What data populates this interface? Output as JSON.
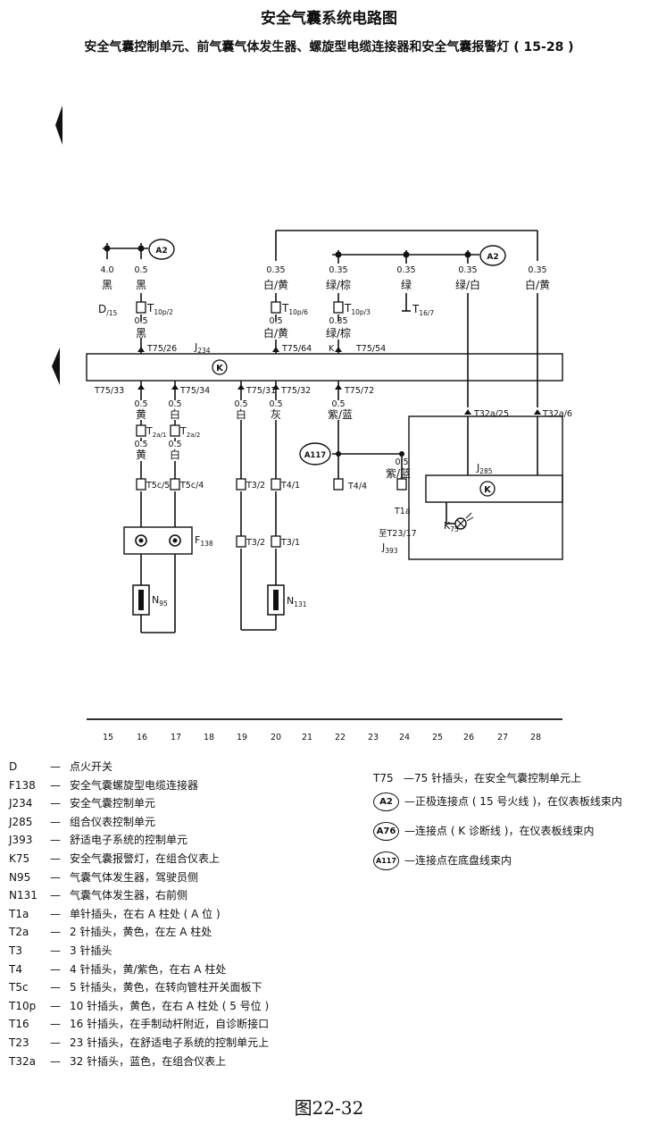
{
  "header": {
    "title": "安全气囊系统电路图",
    "subtitle": "安全气囊控制单元、前气囊气体发生器、螺旋型电缆连接器和安全气囊报警灯 ( 15-28 )"
  },
  "diagram": {
    "wire_labels": {
      "w1": "4.0",
      "w1c": "黑",
      "w2": "0.5",
      "w2c": "黑",
      "w2b": "0.5",
      "w2bc": "黑",
      "w3": "0.35",
      "w3c": "白/黄",
      "w3b": "0.5",
      "w3bc": "白/黄",
      "w4": "0.35",
      "w4c": "绿/棕",
      "w4b": "0.35",
      "w4bc": "绿/棕",
      "w5": "0.35",
      "w5c": "绿",
      "w6": "0.35",
      "w6c": "绿/白",
      "w7": "0.35",
      "w7c": "白/黄",
      "y1": "0.5",
      "y1c": "黄",
      "y1b": "0.5",
      "y1bc": "黄",
      "y2": "0.5",
      "y2c": "白",
      "y2b": "0.5",
      "y2bc": "白",
      "y3": "0.5",
      "y3c": "白",
      "y4": "0.5",
      "y4c": "灰",
      "y5": "0.5",
      "y5c": "紫/蓝",
      "y6": "0.5",
      "y6c": "紫/蓝"
    },
    "components": {
      "d15": "D",
      "d15sub": "/15",
      "t10p2": "T",
      "t10p2sub": "10p/2",
      "t10p6": "T",
      "t10p6sub": "10p/6",
      "t10p3": "T",
      "t10p3sub": "10p/3",
      "t16_7": "T",
      "t16_7sub": "16/7",
      "t75_26": "T75/26",
      "j234": "J",
      "j234sub": "234",
      "t75_64": "T75/64",
      "k": "K",
      "t75_54": "T75/54",
      "k_symbol": "K",
      "t75_33": "T75/33",
      "t75_34": "T75/34",
      "t75_31": "T75/31",
      "t75_32": "T75/32",
      "t75_72": "T75/72",
      "t2a1": "T",
      "t2a1sub": "2a/1",
      "t2a2": "T",
      "t2a2sub": "2a/2",
      "t5c5": "T5c/5",
      "t5c4": "T5c/4",
      "t3_2a": "T3/2",
      "t4_1": "T4/1",
      "t3_2b": "T3/2",
      "t3_1": "T3/1",
      "t4_4": "T4/4",
      "t1a": "T1a",
      "t23_17": "至T23/17",
      "j393": "J",
      "j393sub": "393",
      "f138": "F",
      "f138sub": "138",
      "n95": "N",
      "n95sub": "95",
      "n131": "N",
      "n131sub": "131",
      "t32a25": "T32a/25",
      "t32a6": "T32a/6",
      "j285": "J",
      "j285sub": "285",
      "k75": "K",
      "k75sub": "75",
      "a2": "A2",
      "a117": "A117"
    },
    "ruler": [
      "15",
      "16",
      "17",
      "18",
      "19",
      "20",
      "21",
      "22",
      "23",
      "24",
      "25",
      "26",
      "27",
      "28"
    ]
  },
  "legend_left": [
    {
      "code": "D",
      "sep": "—",
      "desc": "点火开关"
    },
    {
      "code": "F138",
      "sep": "—",
      "desc": "安全气囊螺旋型电缆连接器"
    },
    {
      "code": "J234",
      "sep": "—",
      "desc": "安全气囊控制单元"
    },
    {
      "code": "J285",
      "sep": "—",
      "desc": "组合仪表控制单元"
    },
    {
      "code": "J393",
      "sep": "—",
      "desc": "舒适电子系统的控制单元"
    },
    {
      "code": "K75",
      "sep": "—",
      "desc": "安全气囊报警灯，在组合仪表上"
    },
    {
      "code": "N95",
      "sep": "—",
      "desc": "气囊气体发生器，驾驶员侧"
    },
    {
      "code": "N131",
      "sep": "—",
      "desc": "气囊气体发生器，右前侧"
    },
    {
      "code": "T1a",
      "sep": "—",
      "desc": "单针插头，在右 A 柱处 ( A 位 )"
    },
    {
      "code": "T2a",
      "sep": "—",
      "desc": "2 针插头，黄色，在左 A 柱处"
    },
    {
      "code": "T3",
      "sep": "—",
      "desc": "3 针插头"
    },
    {
      "code": "T4",
      "sep": "—",
      "desc": "4 针插头，黄/紫色，在右 A 柱处"
    },
    {
      "code": "T5c",
      "sep": "—",
      "desc": "5 针插头，黄色，在转向管柱开关面板下"
    },
    {
      "code": "T10p",
      "sep": "—",
      "desc": "10 针插头，黄色，在右 A 柱处 ( 5 号位 )"
    },
    {
      "code": "T16",
      "sep": "—",
      "desc": "16 针插头，在手制动杆附近，自诊断接口"
    },
    {
      "code": "T23",
      "sep": "—",
      "desc": "23 针插头，在舒适电子系统的控制单元上"
    },
    {
      "code": "T32a",
      "sep": "—",
      "desc": "32 针插头，蓝色，在组合仪表上"
    }
  ],
  "legend_right": [
    {
      "code": "T75",
      "sep": "—",
      "desc": "75 针插头，在安全气囊控制单元上",
      "circle": false
    },
    {
      "code": "A2",
      "sep": "—",
      "desc": "正极连接点 ( 15 号火线 )，在仪表板线束内",
      "circle": true
    },
    {
      "code": "A76",
      "sep": "—",
      "desc": "连接点 ( K 诊断线 )，在仪表板线束内",
      "circle": true
    },
    {
      "code": "A117",
      "sep": "—",
      "desc": "连接点在底盘线束内",
      "circle": true
    }
  ],
  "footer": {
    "figure_number": "图22-32"
  }
}
